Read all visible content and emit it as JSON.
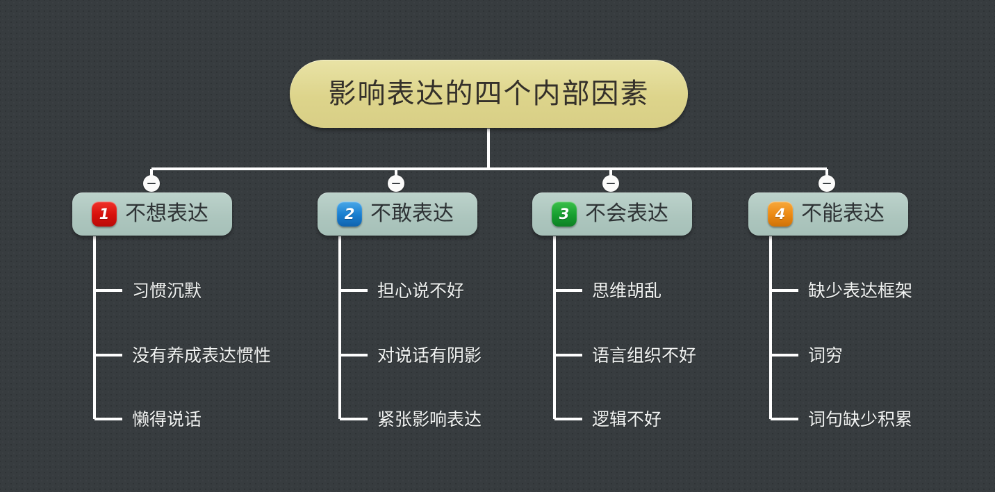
{
  "diagram": {
    "title": "影响表达的四个内部因素",
    "background_color": "#373c3f",
    "root_color": "#ddd48b",
    "branch_color": "#acc5bd",
    "connector_color": "#ffffff",
    "root": {
      "label": "影响表达的四个内部因素"
    },
    "branches": [
      {
        "number": "1",
        "badge_color": "#d8110c",
        "label": "不想表达",
        "toggle": "collapse-minus-icon",
        "children": [
          {
            "label": "习惯沉默"
          },
          {
            "label": "没有养成表达惯性"
          },
          {
            "label": "懒得说话"
          }
        ]
      },
      {
        "number": "2",
        "badge_color": "#1a7fd0",
        "label": "不敢表达",
        "toggle": "collapse-minus-icon",
        "children": [
          {
            "label": "担心说不好"
          },
          {
            "label": "对说话有阴影"
          },
          {
            "label": "紧张影响表达"
          }
        ]
      },
      {
        "number": "3",
        "badge_color": "#17a030",
        "label": "不会表达",
        "toggle": "collapse-minus-icon",
        "children": [
          {
            "label": "思维胡乱"
          },
          {
            "label": "语言组织不好"
          },
          {
            "label": "逻辑不好"
          }
        ]
      },
      {
        "number": "4",
        "badge_color": "#ec8a14",
        "label": "不能表达",
        "toggle": "collapse-minus-icon",
        "children": [
          {
            "label": "缺少表达框架"
          },
          {
            "label": "词穷"
          },
          {
            "label": "词句缺少积累"
          }
        ]
      }
    ]
  }
}
